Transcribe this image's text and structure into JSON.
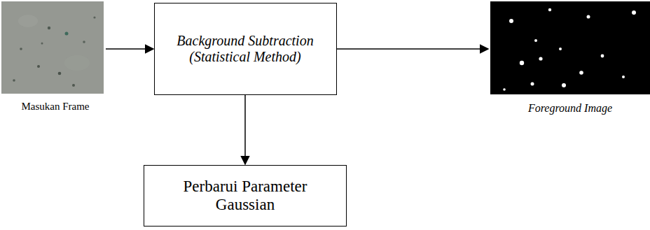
{
  "diagram": {
    "nodes": [
      {
        "text": [
          "Background Subtraction (Statistical Method)"
        ]
      },
      {
        "text": [
          "Perbarui Parameter Gaussian"
        ]
      }
    ],
    "edges": [
      {
        "from": 0,
        "to": 1,
        "arrow": "to"
      }
    ],
    "labels": [
      "Masukan Frame",
      "Foreground Image"
    ]
  }
}
